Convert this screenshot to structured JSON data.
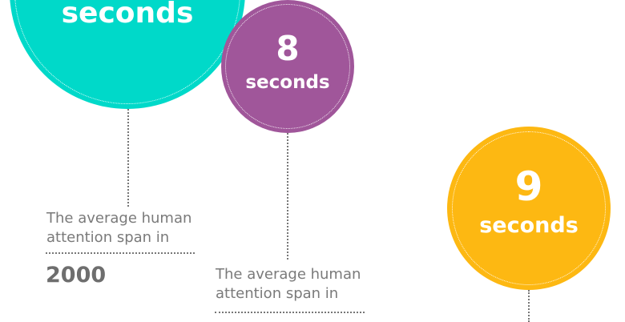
{
  "bubbles": [
    {
      "unit": "seconds",
      "color": "#00d9c9"
    },
    {
      "value": "8",
      "unit": "seconds",
      "color": "#a0569a"
    },
    {
      "value": "9",
      "unit": "seconds",
      "color": "#fdb812"
    }
  ],
  "captions": [
    {
      "line1": "The average human",
      "line2": "attention span in",
      "year": "2000"
    },
    {
      "line1": "The average human",
      "line2": "attention span in"
    }
  ]
}
